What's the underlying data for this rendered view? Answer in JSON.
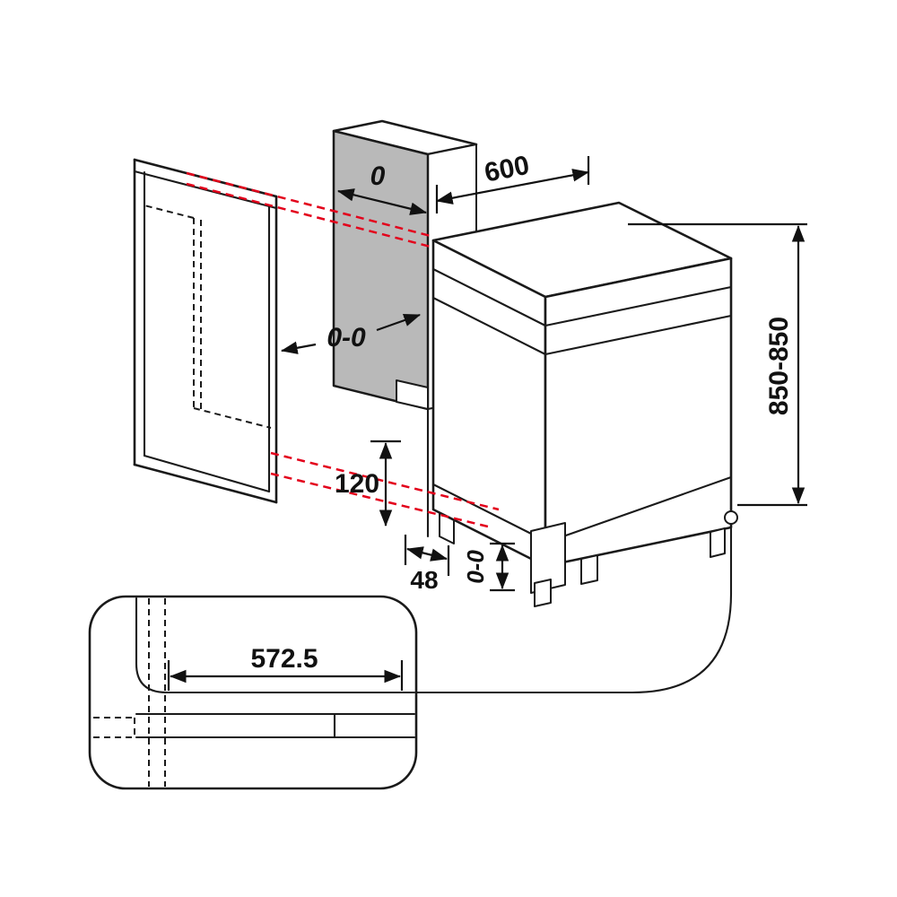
{
  "diagram": {
    "kind": "freestanding-dishwasher-installation-dimension-drawing",
    "dimensions": {
      "top_gap": "0",
      "niche_width": "600",
      "side_clearance": "0-0",
      "height_range": "850-850",
      "base_height": "120",
      "front_offset": "48",
      "foot_adjustment": "0-0",
      "depth_detail": "572.5"
    },
    "colors": {
      "outline": "#1a1a1a",
      "alignment_line_red": "#e3001b",
      "side_panel_gray": "#b9b9b9",
      "background": "#ffffff"
    }
  }
}
